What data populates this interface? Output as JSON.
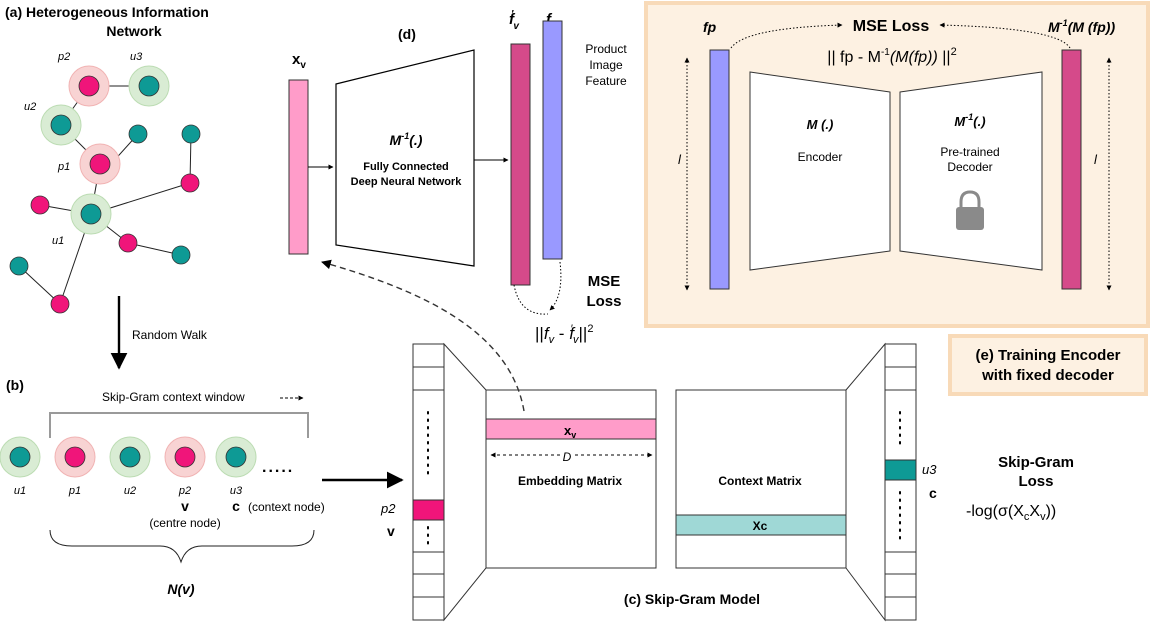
{
  "panel_a": {
    "title_line1": "(a) Heterogeneous Information",
    "title_line2": "Network",
    "node_labels": {
      "p2": "p2",
      "u3": "u3",
      "u2": "u2",
      "p1": "p1",
      "u1": "u1"
    },
    "random_walk_label": "Random Walk"
  },
  "panel_b": {
    "label": "(b)",
    "context_window_label": "Skip-Gram context window",
    "sequence": [
      "u1",
      "p1",
      "u2",
      "p2",
      "u3"
    ],
    "ellipsis": ".....",
    "centre_symbol": "v",
    "centre_label": "(centre node)",
    "context_symbol": "c",
    "context_label": "(context node)",
    "neighborhood_label": "N(v)"
  },
  "panel_c": {
    "caption": "(c) Skip-Gram Model",
    "left_label_node": "p2",
    "left_label_symbol": "v",
    "embedding_row": "x",
    "embedding_row_sub": "v",
    "dimension_label": "D",
    "embedding_matrix": "Embedding Matrix",
    "context_matrix": "Context Matrix",
    "context_row": "Xc",
    "right_label_node": "u3",
    "right_label_symbol": "c",
    "loss_title_1": "Skip-Gram",
    "loss_title_2": "Loss",
    "loss_formula_prefix": "-log(σ(X",
    "loss_formula_sub1": "c",
    "loss_formula_mid": "X",
    "loss_formula_sub2": "v",
    "loss_formula_suffix": "))"
  },
  "panel_d": {
    "label": "(d)",
    "input_symbol": "x",
    "input_sub": "v",
    "network_func": "M",
    "network_func_sup": "-1",
    "network_func_arg": "(.)",
    "network_line1": "Fully Connected",
    "network_line2": "Deep Neural Network",
    "pred_symbol": "f",
    "pred_sub": "v",
    "target_symbol": "f",
    "target_sub": "v",
    "feature_line1": "Product",
    "feature_line2": "Image",
    "feature_line3": "Feature",
    "loss_line1": "MSE",
    "loss_line2": "Loss",
    "loss_formula_a": "||",
    "loss_formula_b": "f",
    "loss_formula_c": "v",
    "loss_formula_d": " - ",
    "loss_formula_e": "f",
    "loss_formula_f": "v",
    "loss_formula_g": "||",
    "loss_formula_h": "2"
  },
  "panel_e": {
    "input_label": "fp",
    "output_label_func": "M",
    "output_label_sup": "-1",
    "output_label_rest": "(M (fp))",
    "mse_title": "MSE Loss",
    "formula_a": "|| fp - M",
    "formula_sup": "-1",
    "formula_b": "(M(fp))",
    "formula_c": " ||",
    "formula_sq": "2",
    "dim_left": "l",
    "dim_right": "l",
    "encoder_func": "M (.)",
    "encoder_label": "Encoder",
    "decoder_func": "M",
    "decoder_func_sup": "-1",
    "decoder_func_arg": "(.)",
    "decoder_line1": "Pre-trained",
    "decoder_line2": "Decoder",
    "caption_line1": "(e) Training Encoder",
    "caption_line2": "with fixed decoder"
  },
  "colors": {
    "pink_node": "#f0157a",
    "teal_node": "#0e9a95",
    "pink_halo": "#f8d3d3",
    "green_halo": "#d9ecd4",
    "input_vector": "#ff9cc9",
    "pred_vector": "#d54a8a",
    "target_vector": "#9999ff",
    "teal_row": "#9fd8d6",
    "panel_bg": "#fdf1e2",
    "panel_border": "#f8dab8"
  }
}
